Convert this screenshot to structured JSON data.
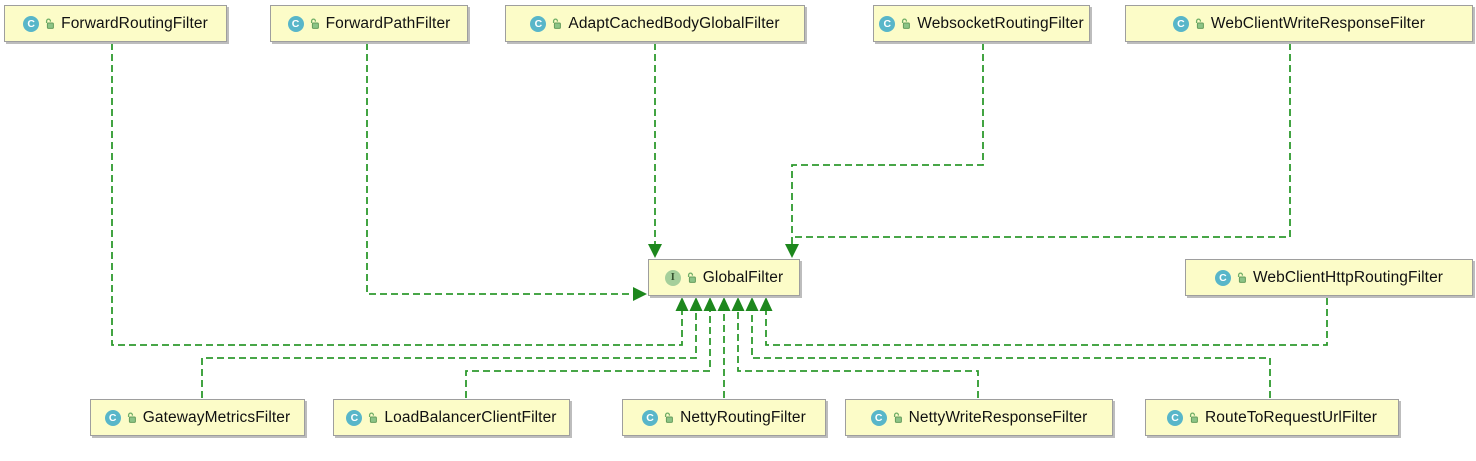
{
  "diagram": {
    "type": "uml-class-diagram",
    "nodes": [
      {
        "label": "ForwardRoutingFilter",
        "badge": "C",
        "kind": "class"
      },
      {
        "label": "ForwardPathFilter",
        "badge": "C",
        "kind": "class"
      },
      {
        "label": "AdaptCachedBodyGlobalFilter",
        "badge": "C",
        "kind": "class"
      },
      {
        "label": "WebsocketRoutingFilter",
        "badge": "C",
        "kind": "class"
      },
      {
        "label": "WebClientWriteResponseFilter",
        "badge": "C",
        "kind": "class"
      },
      {
        "label": "GlobalFilter",
        "badge": "I",
        "kind": "interface"
      },
      {
        "label": "WebClientHttpRoutingFilter",
        "badge": "C",
        "kind": "class"
      },
      {
        "label": "GatewayMetricsFilter",
        "badge": "C",
        "kind": "class"
      },
      {
        "label": "LoadBalancerClientFilter",
        "badge": "C",
        "kind": "class"
      },
      {
        "label": "NettyRoutingFilter",
        "badge": "C",
        "kind": "class"
      },
      {
        "label": "NettyWriteResponseFilter",
        "badge": "C",
        "kind": "class"
      },
      {
        "label": "RouteToRequestUrlFilter",
        "badge": "C",
        "kind": "class"
      }
    ],
    "relationships": [
      {
        "from": "ForwardRoutingFilter",
        "to": "GlobalFilter",
        "type": "implements"
      },
      {
        "from": "ForwardPathFilter",
        "to": "GlobalFilter",
        "type": "implements"
      },
      {
        "from": "AdaptCachedBodyGlobalFilter",
        "to": "GlobalFilter",
        "type": "implements"
      },
      {
        "from": "WebsocketRoutingFilter",
        "to": "GlobalFilter",
        "type": "implements"
      },
      {
        "from": "WebClientWriteResponseFilter",
        "to": "GlobalFilter",
        "type": "implements"
      },
      {
        "from": "WebClientHttpRoutingFilter",
        "to": "GlobalFilter",
        "type": "implements"
      },
      {
        "from": "GatewayMetricsFilter",
        "to": "GlobalFilter",
        "type": "implements"
      },
      {
        "from": "LoadBalancerClientFilter",
        "to": "GlobalFilter",
        "type": "implements"
      },
      {
        "from": "NettyRoutingFilter",
        "to": "GlobalFilter",
        "type": "implements"
      },
      {
        "from": "NettyWriteResponseFilter",
        "to": "GlobalFilter",
        "type": "implements"
      },
      {
        "from": "RouteToRequestUrlFilter",
        "to": "GlobalFilter",
        "type": "implements"
      }
    ],
    "icons": {
      "class_badge": "circle-C-icon",
      "interface_badge": "circle-I-icon",
      "visibility": "unlocked-padlock-icon"
    },
    "colors": {
      "node_fill": "#fcfcc8",
      "node_border": "#9e9e9e",
      "edge_green": "#2e9a2e",
      "arrow_green": "#1d871d",
      "class_icon": "#58b6c9",
      "interface_icon": "#a5cf9b"
    }
  }
}
